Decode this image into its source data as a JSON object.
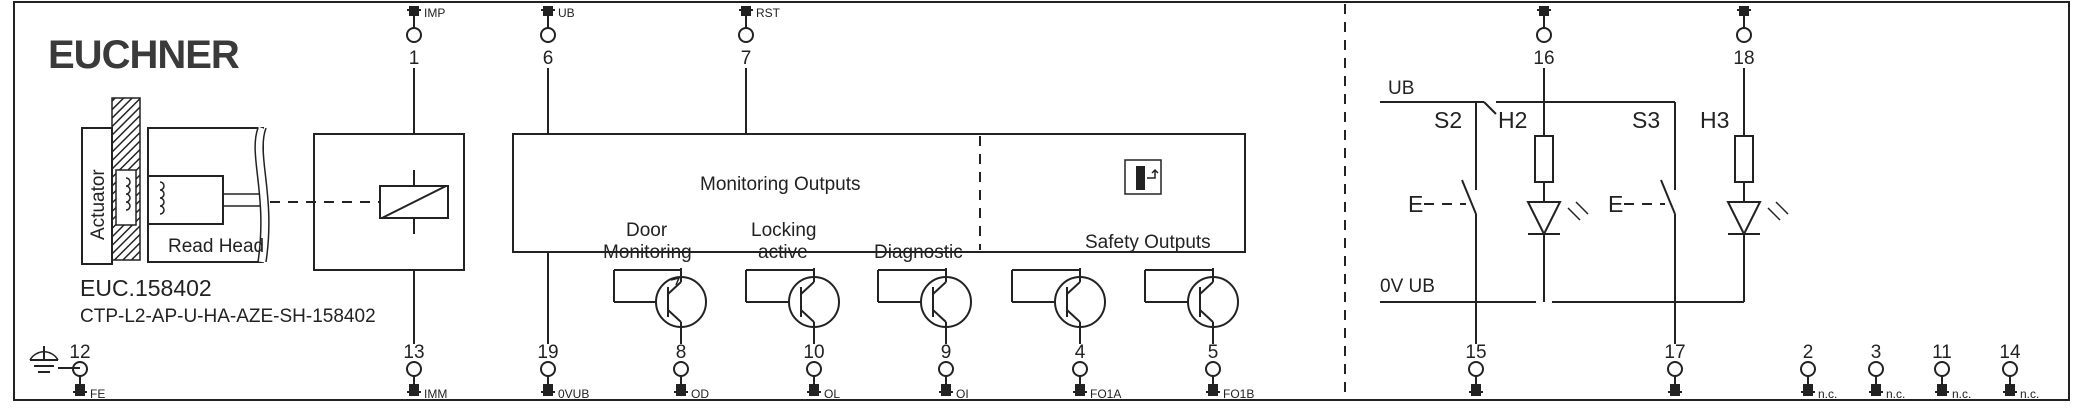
{
  "brand": {
    "logo": "EUCHNER"
  },
  "product": {
    "id": "EUC.158402",
    "order_code": "CTP-L2-AP-U-HA-AZE-SH-158402"
  },
  "labels": {
    "actuator": "Actuator",
    "read_head": "Read Head",
    "monitoring_outputs": "Monitoring Outputs",
    "door_monitoring_1": "Door",
    "door_monitoring_2": "Monitoring",
    "locking_active_1": "Locking",
    "locking_active_2": "active",
    "diagnostic": "Diagnostic",
    "safety_outputs": "Safety Outputs",
    "ub": "UB",
    "zero_v_ub": "0V UB",
    "s2": "S2",
    "h2": "H2",
    "s3": "S3",
    "h3": "H3",
    "e_left": "E",
    "e_right": "E"
  },
  "pins": {
    "p1": {
      "num": "1",
      "label": "IMP"
    },
    "p6": {
      "num": "6",
      "label": "UB"
    },
    "p7": {
      "num": "7",
      "label": "RST"
    },
    "p16": {
      "num": "16",
      "label": ""
    },
    "p18": {
      "num": "18",
      "label": ""
    },
    "p12": {
      "num": "12",
      "label": "FE"
    },
    "p13": {
      "num": "13",
      "label": "IMM"
    },
    "p19": {
      "num": "19",
      "label": "0VUB"
    },
    "p8": {
      "num": "8",
      "label": "OD"
    },
    "p10": {
      "num": "10",
      "label": "OL"
    },
    "p9": {
      "num": "9",
      "label": "OI"
    },
    "p4": {
      "num": "4",
      "label": "FO1A"
    },
    "p5": {
      "num": "5",
      "label": "FO1B"
    },
    "p15": {
      "num": "15",
      "label": ""
    },
    "p17": {
      "num": "17",
      "label": ""
    },
    "p2": {
      "num": "2",
      "label": "n.c."
    },
    "p3": {
      "num": "3",
      "label": "n.c."
    },
    "p11": {
      "num": "11",
      "label": "n.c."
    },
    "p14": {
      "num": "14",
      "label": "n.c."
    }
  }
}
